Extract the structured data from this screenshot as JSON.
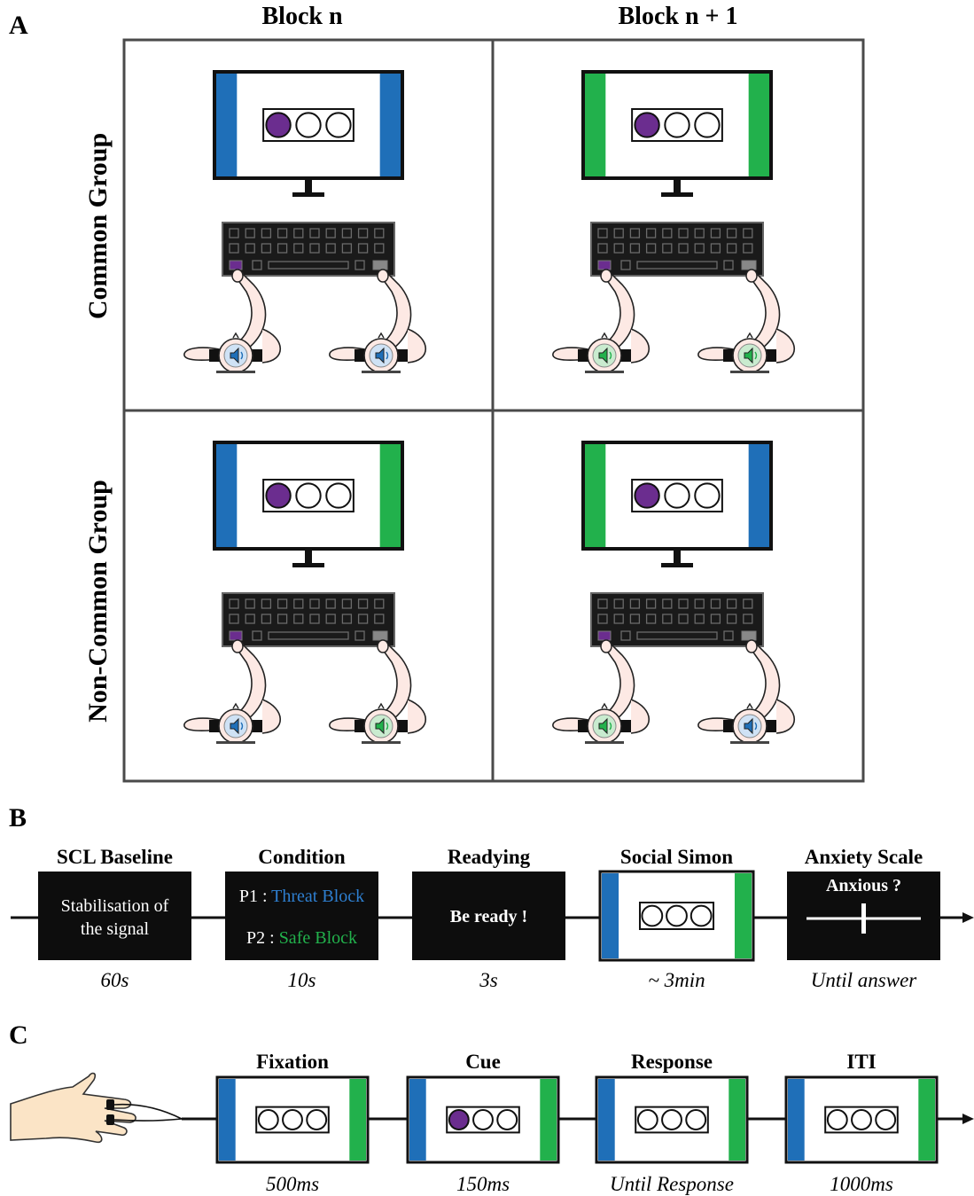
{
  "panel_a": {
    "letter": "A",
    "columns": [
      "Block n",
      "Block n + 1"
    ],
    "rows": [
      "Common Group",
      "Non-Common Group"
    ],
    "cells": [
      {
        "row": 0,
        "col": 0,
        "screen_left": "blue",
        "screen_right": "blue",
        "headset_left": "blue",
        "headset_right": "blue"
      },
      {
        "row": 0,
        "col": 1,
        "screen_left": "green",
        "screen_right": "green",
        "headset_left": "green",
        "headset_right": "green"
      },
      {
        "row": 1,
        "col": 0,
        "screen_left": "blue",
        "screen_right": "green",
        "headset_left": "blue",
        "headset_right": "green"
      },
      {
        "row": 1,
        "col": 1,
        "screen_left": "green",
        "screen_right": "blue",
        "headset_left": "green",
        "headset_right": "blue"
      }
    ]
  },
  "panel_b": {
    "letter": "B",
    "stages": [
      {
        "title": "SCL Baseline",
        "kind": "dark",
        "lines": [
          "Stabilisation of",
          "the signal"
        ],
        "duration": "60s"
      },
      {
        "title": "Condition",
        "kind": "dark-condition",
        "lines": [],
        "p1_label": "P1 : ",
        "p1_value": "Threat Block",
        "p2_label": "P2 : ",
        "p2_value": "Safe Block",
        "duration": "10s"
      },
      {
        "title": "Readying",
        "kind": "dark-bold",
        "lines": [
          "Be ready !"
        ],
        "duration": "3s"
      },
      {
        "title": "Social Simon",
        "kind": "screen",
        "lines": [],
        "duration": "~ 3min"
      },
      {
        "title": "Anxiety Scale",
        "kind": "scale",
        "lines": [
          "Anxious ?"
        ],
        "duration": "Until answer"
      }
    ]
  },
  "panel_c": {
    "letter": "C",
    "stages": [
      {
        "title": "Fixation",
        "filled": false,
        "duration": "500ms"
      },
      {
        "title": "Cue",
        "filled": true,
        "duration": "150ms"
      },
      {
        "title": "Response",
        "filled": false,
        "duration": "Until Response"
      },
      {
        "title": "ITI",
        "filled": false,
        "duration": "1000ms"
      }
    ]
  },
  "colors": {
    "blue": "#1f6fb8",
    "green": "#22b14c",
    "purple": "#6b2d8f",
    "dark_box": "#0d0d0d",
    "frame": "#4a4a4a",
    "skin": "#fde9e4",
    "hand": "#fbe4c6",
    "keyboard": "#1a1a1a"
  }
}
